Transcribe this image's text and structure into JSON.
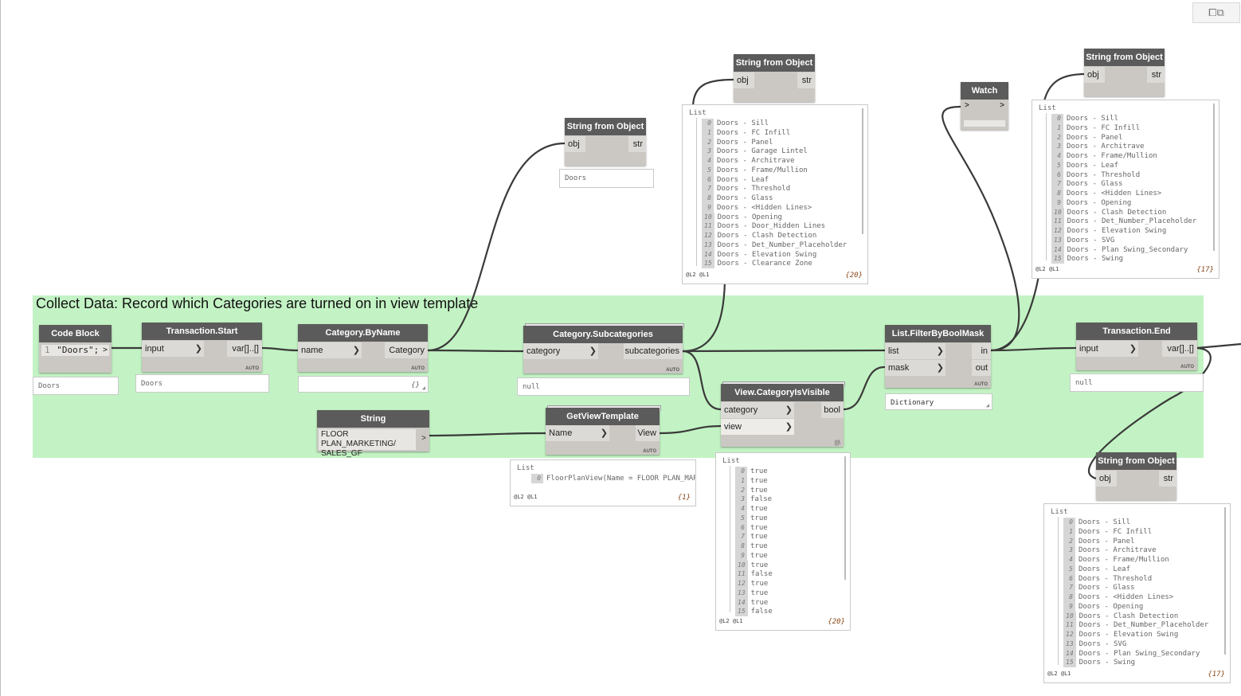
{
  "group": {
    "title": "Collect Data: Record which Categories are turned on in view template"
  },
  "auto_label": "AUTO",
  "nodes": {
    "code_block": {
      "title": "Code Block",
      "line_no": "1",
      "code": "\"Doors\";",
      "out": ">",
      "preview": "Doors"
    },
    "transaction_start": {
      "title": "Transaction.Start",
      "in": "input",
      "out": "var[]..[]",
      "preview": "Doors"
    },
    "category_by_name": {
      "title": "Category.ByName",
      "in": "name",
      "out": "Category",
      "preview": "{}"
    },
    "category_subcategories": {
      "title": "Category.Subcategories",
      "in": "category",
      "out": "subcategories",
      "preview": "null"
    },
    "string_from_object_1": {
      "title": "String from Object",
      "in": "obj",
      "out": "str",
      "preview": "Doors"
    },
    "string_from_object_2": {
      "title": "String from Object",
      "in": "obj",
      "out": "str"
    },
    "string_from_object_3": {
      "title": "String from Object",
      "in": "obj",
      "out": "str"
    },
    "string_from_object_4": {
      "title": "String from Object",
      "in": "obj",
      "out": "str"
    },
    "string_node": {
      "title": "String",
      "value_line1": "FLOOR PLAN_MARKETING/",
      "value_line2": "SALES_GF",
      "out": ">"
    },
    "get_view_template": {
      "title": "GetViewTemplate",
      "in": "Name",
      "out": "View"
    },
    "view_category_is_visible": {
      "title": "View.CategoryIsVisible",
      "in1": "category",
      "in2": "view",
      "out": "bool",
      "lacing": "|||\\"
    },
    "list_filter_by_bool_mask": {
      "title": "List.FilterByBoolMask",
      "in1": "list",
      "in2": "mask",
      "out1": "in",
      "out2": "out",
      "preview": "Dictionary"
    },
    "watch": {
      "title": "Watch",
      "in": ">",
      "out": ">"
    },
    "transaction_end": {
      "title": "Transaction.End",
      "in": "input",
      "out": "var[]..[]",
      "preview": "null"
    }
  },
  "lists": {
    "list_label": "List",
    "levels": "@L2 @L1",
    "subcategories_20": {
      "count": "{20}",
      "items": [
        "Doors - Sill",
        "Doors - FC Infill",
        "Doors - Panel",
        "Doors - Garage Lintel",
        "Doors - Architrave",
        "Doors - Frame/Mullion",
        "Doors - Leaf",
        "Doors - Threshold",
        "Doors - Glass",
        "Doors - <Hidden Lines>",
        "Doors - Opening",
        "Doors - Door_Hidden Lines",
        "Doors - Clash Detection",
        "Doors - Det_Number_Placeholder",
        "Doors - Elevation Swing",
        "Doors - Clearance Zone"
      ]
    },
    "filtered_in_17": {
      "count": "{17}",
      "items": [
        "Doors - Sill",
        "Doors - FC Infill",
        "Doors - Panel",
        "Doors - Architrave",
        "Doors - Frame/Mullion",
        "Doors - Leaf",
        "Doors - Threshold",
        "Doors - Glass",
        "Doors - <Hidden Lines>",
        "Doors - Opening",
        "Doors - Clash Detection",
        "Doors - Det_Number_Placeholder",
        "Doors - Elevation Swing",
        "Doors - SVG",
        "Doors - Plan Swing_Secondary",
        "Doors - Swing"
      ]
    },
    "transaction_end_17": {
      "count": "{17}",
      "items": [
        "Doors - Sill",
        "Doors - FC Infill",
        "Doors - Panel",
        "Doors - Architrave",
        "Doors - Frame/Mullion",
        "Doors - Leaf",
        "Doors - Threshold",
        "Doors - Glass",
        "Doors - <Hidden Lines>",
        "Doors - Opening",
        "Doors - Clash Detection",
        "Doors - Det_Number_Placeholder",
        "Doors - Elevation Swing",
        "Doors - SVG",
        "Doors - Plan Swing_Secondary",
        "Doors - Swing"
      ]
    },
    "visibility_20": {
      "count": "{20}",
      "items": [
        "true",
        "true",
        "true",
        "false",
        "true",
        "true",
        "true",
        "true",
        "true",
        "true",
        "true",
        "false",
        "true",
        "true",
        "true",
        "false"
      ]
    },
    "view_template_1": {
      "count": "{1}",
      "items": [
        "FloorPlanView(Name = FLOOR PLAN_MARKI"
      ]
    }
  },
  "toolbar": {
    "icon": "view-toggle-icon",
    "glyph": "⧠⧉"
  },
  "colors": {
    "group": "#c3f3c4",
    "node_header": "#5c5b5b",
    "node_body": "#cbc8c3",
    "wire": "#3a3a3a"
  }
}
